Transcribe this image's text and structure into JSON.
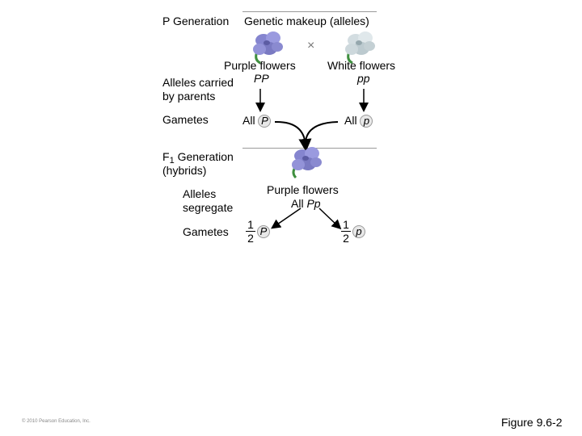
{
  "header": {
    "p_generation": "P Generation",
    "genetic_makeup": "Genetic makeup (alleles)"
  },
  "parents": {
    "cross_symbol": "×",
    "purple": {
      "label": "Purple flowers",
      "alleles": "PP"
    },
    "white": {
      "label": "White flowers",
      "alleles": "pp"
    },
    "alleles_carried": "Alleles carried",
    "by_parents": "by parents"
  },
  "gametes_p": {
    "label": "Gametes",
    "all": "All",
    "purple_allele": "P",
    "white_allele": "p"
  },
  "f1": {
    "label_f": "F",
    "label_sub": "1",
    "label_rest": " Generation",
    "hybrids": "(hybrids)",
    "flower_label": "Purple flowers",
    "all": "All",
    "genotype": "Pp",
    "alleles_line1": "Alleles",
    "alleles_line2": "segregate",
    "gametes_label": "Gametes",
    "frac_num": "1",
    "frac_den": "2",
    "left_allele": "P",
    "right_allele": "p"
  },
  "footer": {
    "copyright": "© 2010 Pearson Education, Inc.",
    "figure": "Figure 9.6-2"
  },
  "colors": {
    "purple_flower": "#8f8fd6",
    "white_flower": "#c9d4d9",
    "leaf": "#3f8f3f",
    "rule": "#9a9a9a"
  }
}
